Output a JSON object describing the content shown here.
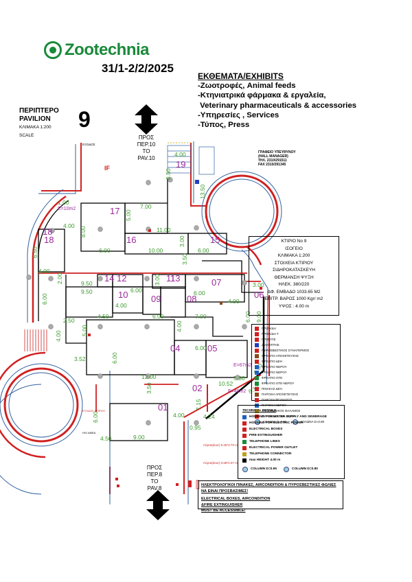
{
  "brand": {
    "name": "Zootechnia",
    "dates": "31/1-2/2/2025"
  },
  "exhibits": {
    "title": "ΕΚΘΕΜΑΤΑ/EXHIBITS",
    "lines": [
      "-Ζωοτροφές, Animal feeds",
      "-Κτηνιατρικά φάρμακα & εργαλεία,",
      " Veterinary pharmaceuticals & accessories",
      "-Υπηρεσίες , Services",
      "-Τύπος, Press"
    ]
  },
  "pavilion": {
    "label_gr": "ΠΕΡΙΠΤΕΡΟ",
    "label_en": "PAVILION",
    "number": "9",
    "scale_gr": "ΚΛΙΜΑΚΑ 1:200",
    "scale_en": "SCALE"
  },
  "directions": {
    "north": [
      "ΠΡΟΣ",
      "ΠΕΡ.10",
      "ΤΟ",
      "PAV.10"
    ],
    "south": [
      "ΠΡΟΣ",
      "ΠΕΡ.8",
      "ΤΟ",
      "PAV.8"
    ]
  },
  "hall_manager": [
    "ΓΡΑΦΕΙΟ ΥΠΕΥΘΥΝΟΥ",
    "(HALL MANAGER)",
    "ΤΗΛ. 2310/291511",
    "FAX 2310/291345"
  ],
  "building_info": [
    "ΚΤΙΡΙΟ No 9",
    "ΙΣΟΓΕΙΟ",
    "ΚΛΙΜΑΚΑ 1:200",
    "ΣΤΟΙΧΕΙΑ ΚΤΙΡΙΟΥ",
    "ΣΙΔΗΡΟΚΑΤΑΣΚΕΥΗ",
    "ΘΕΡΜΑΝΣΗ ΨΥΞΗ",
    "ΗΛΕΚ. 380/220",
    "ΔΦ. ΕΜΒΑΔΟ 1033.65 M2",
    "ΕΠΙΤΡ. ΒΑΡΟΣ 1000 Kgr/ m2",
    "ΥΨΟΣ : 4.00 m"
  ],
  "legend_gr": [
    {
      "label": "ΠΡΙΖΑ/ΔΗ",
      "color": "#d02020"
    },
    {
      "label": "ΠΡΙΖΑ/ΔΗ Τ",
      "color": "#d02020"
    },
    {
      "label": "ΠΡΙΖΟΤΙΣ",
      "color": "#d02020"
    },
    {
      "label": "ΔΙΑΚΟΠΤΗΣ",
      "color": "#2040c0"
    },
    {
      "label": "ΠΥΡΟΣΒΕΣΤΙΚΟΣ ΣΥΝΑΓΕΡΜΟΣ",
      "color": "#d02020"
    },
    {
      "label": "ΦΡΕΑΤΙΟ ΑΠΟΧΕΤΕΥΣΗΣ",
      "color": "#8a4a1a"
    },
    {
      "label": "ΦΡΕΑΤΙΟ ΔΕΗ",
      "color": "#d02020"
    },
    {
      "label": "ΦΡΕΑΤΙΟ ΝΕΡΟΥ",
      "color": "#2060c0"
    },
    {
      "label": "ΦΡΕΑΤΙΟ ΝΕΡΟΥ",
      "color": "#2060c0"
    },
    {
      "label": "ΦΡΕΑΤΙΟ ΟΤΕ",
      "color": "#1a8a3a"
    },
    {
      "label": "ΦΡΕΑΤΙΟ ΟΤΕ-ΝΕΡΟΥ",
      "color": "#1a8a3a"
    },
    {
      "label": "ΠΙΝΑΚΑΣ ΔΕΗ",
      "color": "#d02020"
    },
    {
      "label": "ΠΑΡΟΧΗ ΑΠΟΧΕΤΕΥΣΗΣ",
      "color": "#8a4a1a"
    },
    {
      "label": "ΠΑΡΟΧΗ ΡΕΥΜΑΤΟΣ",
      "color": "#d02020"
    },
    {
      "label": "ΠΑΡΟΧΗ ΝΕΡΟΥ",
      "color": "#2060c0"
    },
    {
      "label": "ΤΗΛΕΦΩΝΙΚΟΣ ΘΑΛΑΜΟΣ",
      "color": "#c0a020"
    },
    {
      "label": "ΠΥΡΟΣΒΕΣΤΙΚΑ ΦΩΛΙΑ",
      "color": "#d02020"
    }
  ],
  "legend_gr_columns": [
    "ΚΟΛΩΝΑ D=0.95",
    "ΚΟΛΩΝΑ D=0.80"
  ],
  "technical": {
    "title": "TECHNICAL DETAILS",
    "items": [
      {
        "label": "HOUSING FOR WATER SUPPLY AND SEWERAGE",
        "color": "#2060c0"
      },
      {
        "label": "HOUSING FOR ELECTRIC POWER",
        "color": "#d02020"
      },
      {
        "label": "ELECTRICAL BOXES",
        "color": "#d02020"
      },
      {
        "label": "FIRE EXTINGUISHER",
        "color": "#d02020"
      },
      {
        "label": "TELEPHONE LINES",
        "color": "#1a8a3a"
      },
      {
        "label": "ELECTRICAL POWER OUTLET",
        "color": "#d02020"
      },
      {
        "label": "TELEPHONE CONNECTOR",
        "color": "#c0a020"
      },
      {
        "label": "max HEIGHT 4.00 m",
        "color": "#000000"
      }
    ],
    "columns": [
      "COLUMN D=0.95",
      "COLUMN D=0.80"
    ]
  },
  "note": [
    "ΗΛΕΚΤΡΟΛΟΓΙΚΟΙ ΠΙΝΑΚΕΣ, AIRCONDITION & ΠΥΡΟΣΒΕΣΤΙΚΕΣ ΦΩΛΙΕΣ",
    "ΝΑ ΕΙΝΑΙ ΠΡΟΣΒΑΣΙΜΕΣ!",
    "ELECTRICAL BOXES, AIRCONDITION",
    "&FIRE EXTINGUISHER",
    "MUST BE ACCESSIBLE!"
  ],
  "stands": [
    "01",
    "02",
    "04",
    "05",
    "06",
    "07",
    "08",
    "09",
    "10",
    "11",
    "12",
    "13",
    "14",
    "15",
    "16",
    "17",
    "18",
    "19"
  ],
  "dimensions": [
    "4.00",
    "8.50",
    "13.50",
    "7.00",
    "5.00",
    "8.00",
    "11.00",
    "1.00",
    "4.00",
    "3.00",
    "6.00",
    "10.00",
    "7.00",
    "6.50",
    "3.50",
    "4.00",
    "2.00",
    "9.50",
    "9.50",
    "6.00",
    "6.00",
    "3.00",
    "4.00",
    "3.00",
    "4.00",
    "6.00",
    "4.50",
    "6.00",
    "7.00",
    "2.50",
    "4.00",
    "5.00",
    "4.00",
    "6.00",
    "6.00",
    "9.00",
    "3.52",
    "6.00",
    "12.00",
    "3.50",
    "5.50",
    "10.52",
    "7.15",
    "4.00",
    "4.24",
    "6.00",
    "9.00",
    "4.50",
    "0.95",
    "8.13",
    "2.50"
  ],
  "areas": [
    "E=10m2",
    "E=67m2",
    "E=49m2"
  ],
  "doors": [
    "πόρτα(door) 5.25*3.70 m",
    "πόρτα(door) 0.68*2.07 m"
  ],
  "misc": [
    "ΕΞΟΔΟΣ",
    "ΕΞΟΔΟΣ ΚΤΙΡΙΟΥ",
    "Η/Ο ΑΜΕΑ",
    "IF"
  ]
}
